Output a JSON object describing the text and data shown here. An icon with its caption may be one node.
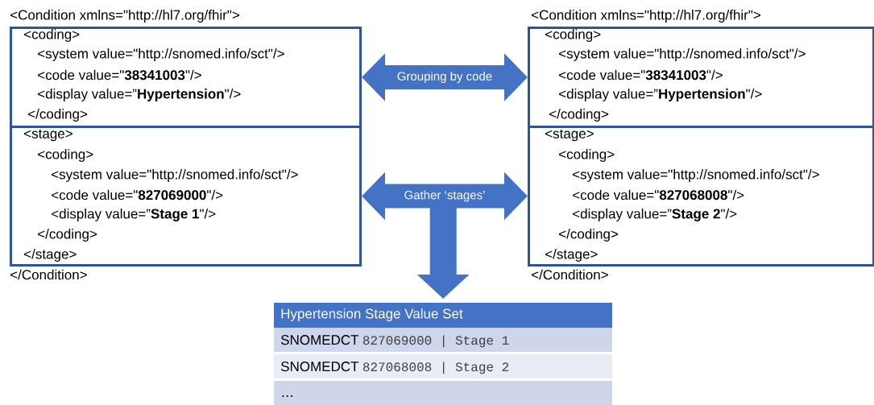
{
  "diagram": {
    "nodes": [
      {
        "text": [
          "<coding>",
          "<system value=\"http://snomed.info/sct\"/>",
          "<code value=\"**38341003**\"/>",
          "<display value=”**Hypertension**\"/>",
          "</coding>"
        ]
      },
      {
        "text": [
          "<stage>",
          "<coding>",
          "<system value=\"http://snomed.info/sct\"/>",
          "<code value=\"**827069000**\"/>",
          "<display value=”**Stage 1**\"/>",
          "</coding>",
          "</stage>"
        ]
      },
      {
        "text": [
          "<coding>",
          "<system value=\"http://snomed.info/sct\"/>",
          "<code value=\"**38341003**\"/>",
          "<display value=”**Hypertension**\"/>",
          "</coding>"
        ]
      },
      {
        "text": [
          "<stage>",
          "<coding>",
          "<system value=\"http://snomed.info/sct\"/>",
          "<code value=\"**827068008**\"/>",
          "<display value=”**Stage 2**\"/>",
          "</coding>",
          "</stage>"
        ]
      },
      {
        "text": [
          "Hypertension Stage Value Set",
          "SNOMEDCT",
          "827069000 | Stage 1",
          "SNOMEDCT",
          "827068008 | Stage 2",
          "…"
        ]
      }
    ],
    "edges": [
      {
        "from": 0,
        "to": 2,
        "arrow": "both",
        "label": "Grouping by code"
      },
      {
        "from": 1,
        "to": 3,
        "arrow": "both",
        "label": "Gather ‘stages’"
      },
      {
        "from": null,
        "to": 4,
        "arrow": "to"
      }
    ],
    "labels": [
      "<Condition xmlns=\"http://hl7.org/fhir\">",
      "<Condition xmlns=\"http://hl7.org/fhir\">",
      "</Condition>",
      "</Condition>"
    ]
  }
}
